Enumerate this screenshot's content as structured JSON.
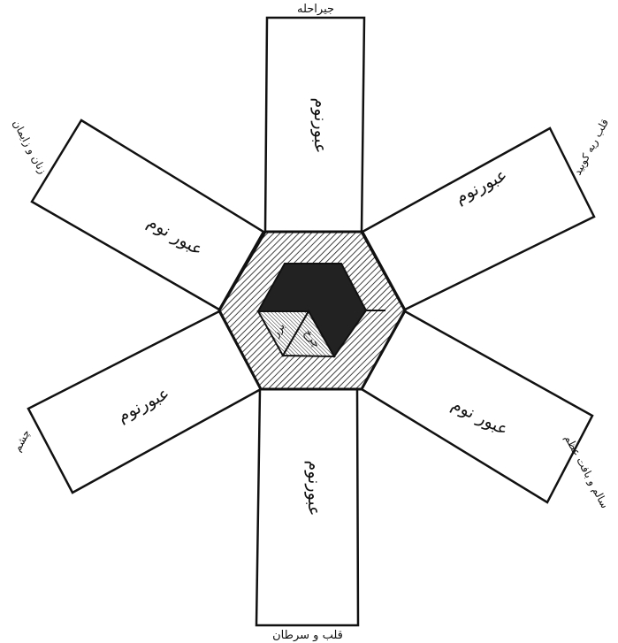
{
  "arms": [
    {
      "id": "top",
      "inner_label": "عبورنوم",
      "outer_label": "جیراحله"
    },
    {
      "id": "upper-right",
      "inner_label": "عبورنوم",
      "outer_label": "قلب ریه کوبید"
    },
    {
      "id": "lower-right",
      "inner_label": "عبور نوم",
      "outer_label": "سالم و بافت عظم"
    },
    {
      "id": "bottom",
      "inner_label": "عبورنوم",
      "outer_label": "قلب و سرطان"
    },
    {
      "id": "lower-left",
      "inner_label": "عبورنوم",
      "outer_label": "چشم"
    },
    {
      "id": "upper-left",
      "inner_label": "عبور نوم",
      "outer_label": "زنان و زایمان"
    }
  ],
  "core": {
    "label_a": "برز",
    "label_b": "چرخ"
  },
  "colors": {
    "ink": "#111111",
    "paper": "#ffffff",
    "dark_fill": "#222222"
  }
}
